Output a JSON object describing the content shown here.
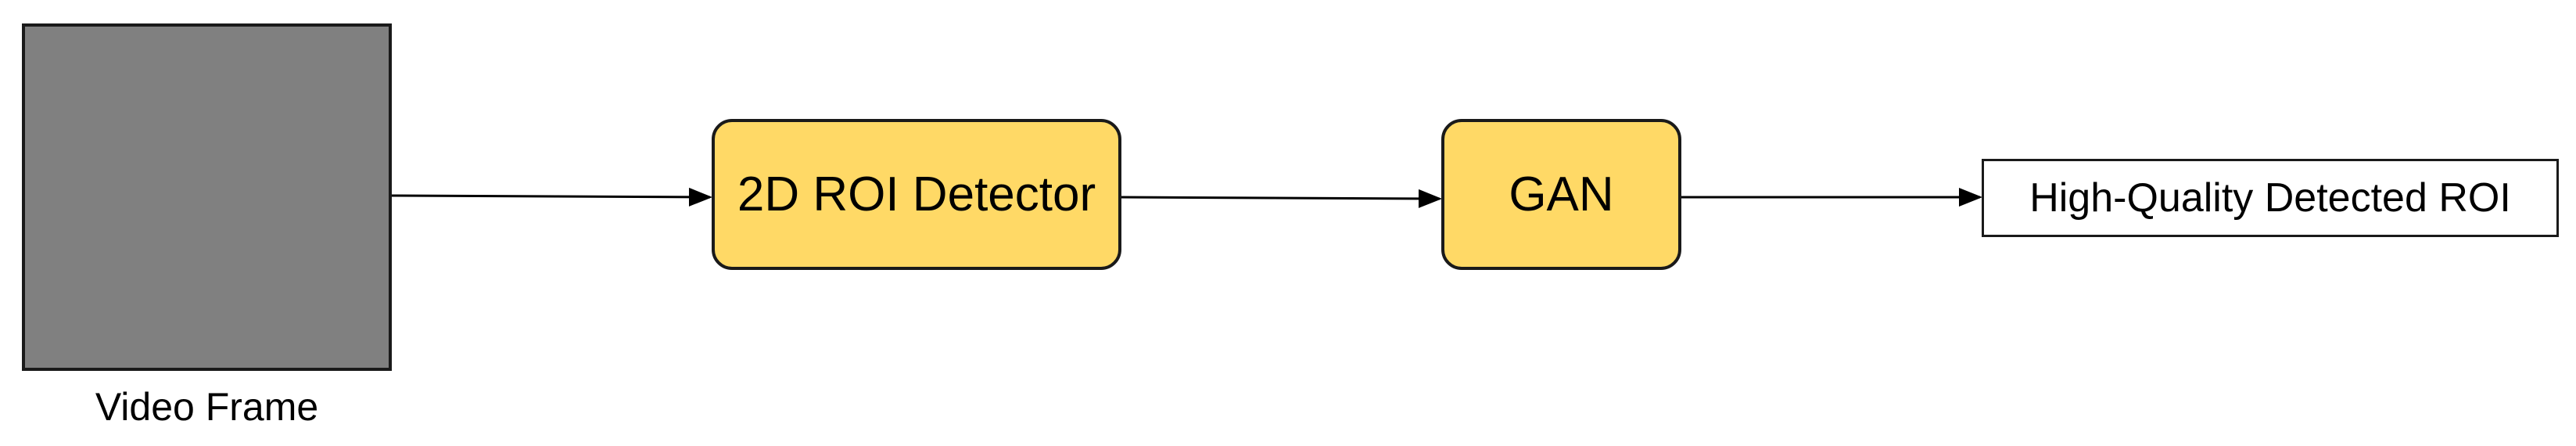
{
  "diagram": {
    "input": {
      "caption": "Video Frame",
      "fill_color": "#808080"
    },
    "stages": [
      {
        "id": "detector",
        "label": "2D ROI Detector",
        "fill_color": "#FFD966"
      },
      {
        "id": "gan",
        "label": "GAN",
        "fill_color": "#FFD966"
      }
    ],
    "output": {
      "label": "High-Quality Detected ROI"
    },
    "edges": [
      {
        "from": "input",
        "to": "detector"
      },
      {
        "from": "detector",
        "to": "gan"
      },
      {
        "from": "gan",
        "to": "output"
      }
    ],
    "colors": {
      "stroke": "#1a1a1a",
      "background": "#ffffff"
    }
  }
}
